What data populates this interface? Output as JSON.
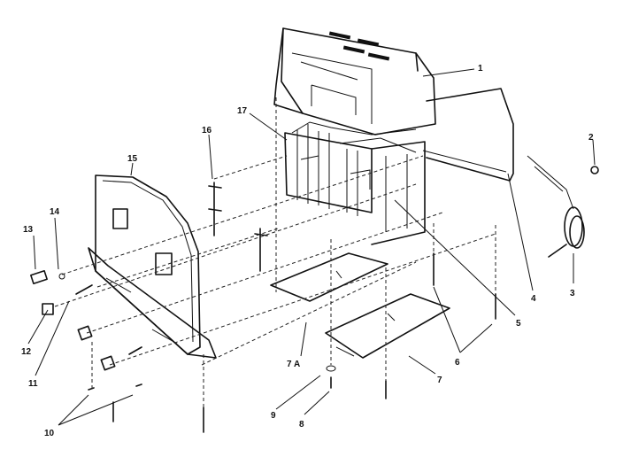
{
  "callouts": [
    {
      "id": "c1",
      "text": "1"
    },
    {
      "id": "c2",
      "text": "2"
    },
    {
      "id": "c3",
      "text": "3"
    },
    {
      "id": "c4",
      "text": "4"
    },
    {
      "id": "c5",
      "text": "5"
    },
    {
      "id": "c6",
      "text": "6"
    },
    {
      "id": "c7",
      "text": "7"
    },
    {
      "id": "c7a",
      "text": "7 A"
    },
    {
      "id": "c8",
      "text": "8"
    },
    {
      "id": "c9",
      "text": "9"
    },
    {
      "id": "c10",
      "text": "10"
    },
    {
      "id": "c11",
      "text": "11"
    },
    {
      "id": "c12",
      "text": "12"
    },
    {
      "id": "c13",
      "text": "13"
    },
    {
      "id": "c14",
      "text": "14"
    },
    {
      "id": "c15",
      "text": "15"
    },
    {
      "id": "c16",
      "text": "16"
    },
    {
      "id": "c17",
      "text": "17"
    }
  ]
}
